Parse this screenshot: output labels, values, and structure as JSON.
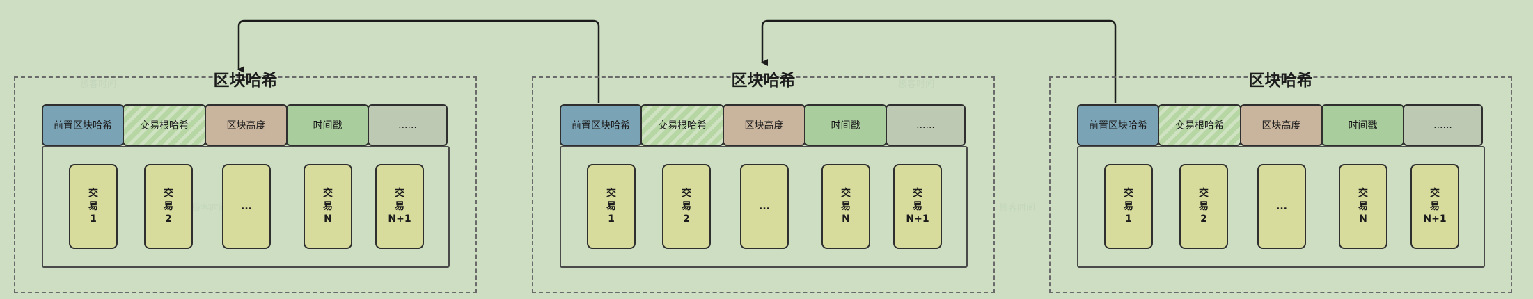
{
  "colors": {
    "background": "#cddec2",
    "prev_hash": "#7aa3b6",
    "tx_root": "#b6d6a4",
    "height": "#c9b49e",
    "timestamp": "#a9cd9d",
    "more": "#bdc9b2",
    "transaction": "#d7dc9c"
  },
  "blocks": [
    {
      "title": "区块哈希",
      "header": [
        "前置区块哈希",
        "交易根哈希",
        "区块高度",
        "时间戳",
        "......"
      ],
      "transactions": [
        [
          "交",
          "易",
          "1"
        ],
        [
          "交",
          "易",
          "2"
        ],
        [
          "..."
        ],
        [
          "交",
          "易",
          "N"
        ],
        [
          "交",
          "易",
          "N+1"
        ]
      ]
    },
    {
      "title": "区块哈希",
      "header": [
        "前置区块哈希",
        "交易根哈希",
        "区块高度",
        "时间戳",
        "......"
      ],
      "transactions": [
        [
          "交",
          "易",
          "1"
        ],
        [
          "交",
          "易",
          "2"
        ],
        [
          "..."
        ],
        [
          "交",
          "易",
          "N"
        ],
        [
          "交",
          "易",
          "N+1"
        ]
      ]
    },
    {
      "title": "区块哈希",
      "header": [
        "前置区块哈希",
        "交易根哈希",
        "区块高度",
        "时间戳",
        "......"
      ],
      "transactions": [
        [
          "交",
          "易",
          "1"
        ],
        [
          "交",
          "易",
          "2"
        ],
        [
          "..."
        ],
        [
          "交",
          "易",
          "N"
        ],
        [
          "交",
          "易",
          "N+1"
        ]
      ]
    }
  ],
  "watermark": "极客时间"
}
